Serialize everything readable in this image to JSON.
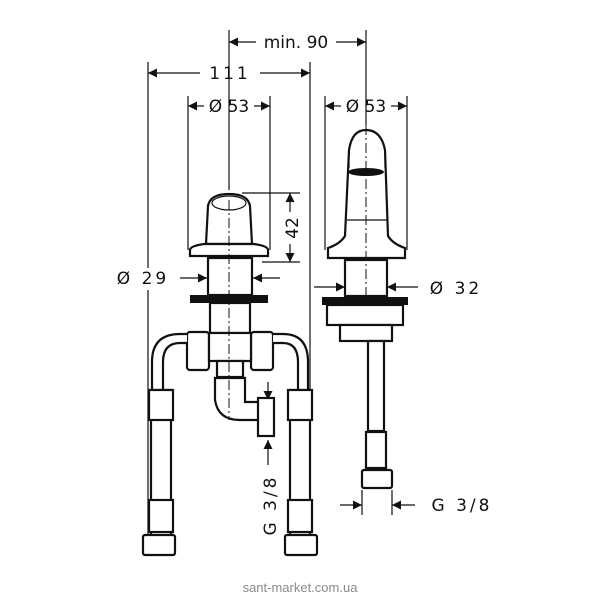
{
  "dimensions": {
    "min_distance": "min. 90",
    "total_width": "111",
    "left_diameter": "Ø 53",
    "right_diameter": "Ø 53",
    "knob_height": "42",
    "left_shank": "Ø 29",
    "right_shank": "Ø 32",
    "left_connection": "G 3/8",
    "right_connection": "G 3/8"
  },
  "watermark": "sant-market.com.ua"
}
